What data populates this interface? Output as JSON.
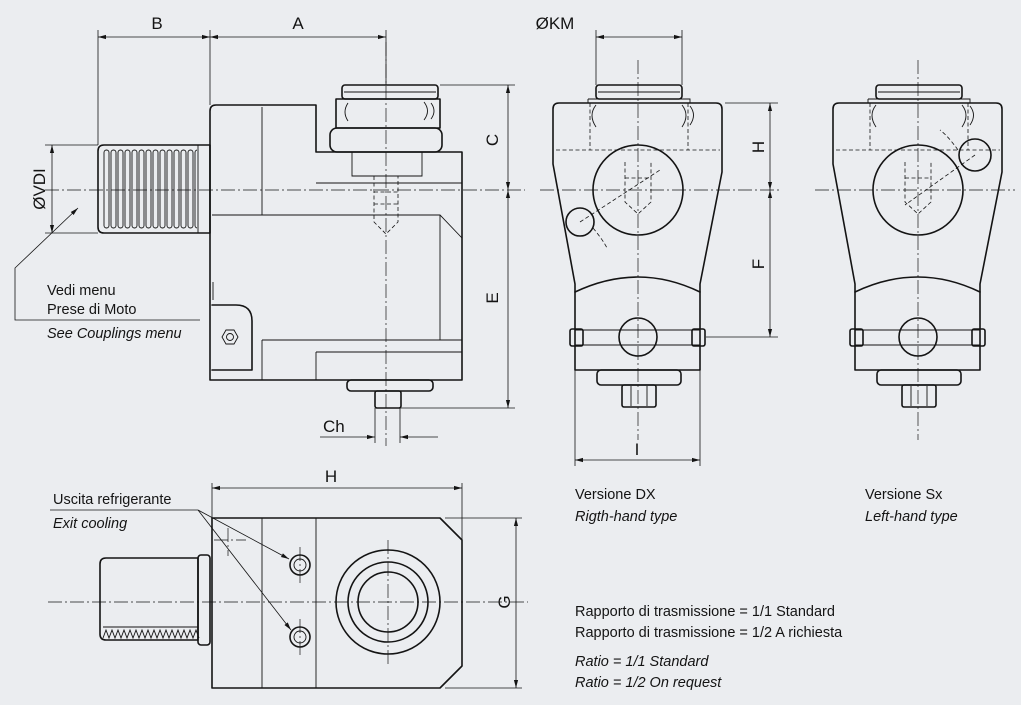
{
  "colors": {
    "background": "#ebedf0",
    "ink": "#141414"
  },
  "side_view": {
    "dim_B": "B",
    "dim_A": "A",
    "dim_C": "C",
    "dim_E": "E",
    "dim_VDI": "ØVDI",
    "dim_Ch": "Ch",
    "coupling_note": {
      "line1": "Vedi menu",
      "line2": "Prese di Moto",
      "english": "See Couplings menu"
    }
  },
  "front_views": {
    "dim_KM": "ØKM",
    "dim_H": "H",
    "dim_F": "F",
    "dim_I": "I",
    "versions": [
      {
        "title": "Versione DX",
        "subtitle": "Rigth-hand type"
      },
      {
        "title": "Versione Sx",
        "subtitle": "Left-hand type"
      }
    ]
  },
  "top_view": {
    "dim_H": "H",
    "dim_G": "G",
    "coolant_note": {
      "italian": "Uscita refrigerante",
      "english": "Exit cooling"
    }
  },
  "ratio_notes": {
    "italian": [
      "Rapporto di trasmissione = 1/1 Standard",
      "Rapporto di trasmissione = 1/2 A richiesta"
    ],
    "english": [
      "Ratio = 1/1 Standard",
      "Ratio = 1/2 On request"
    ]
  }
}
